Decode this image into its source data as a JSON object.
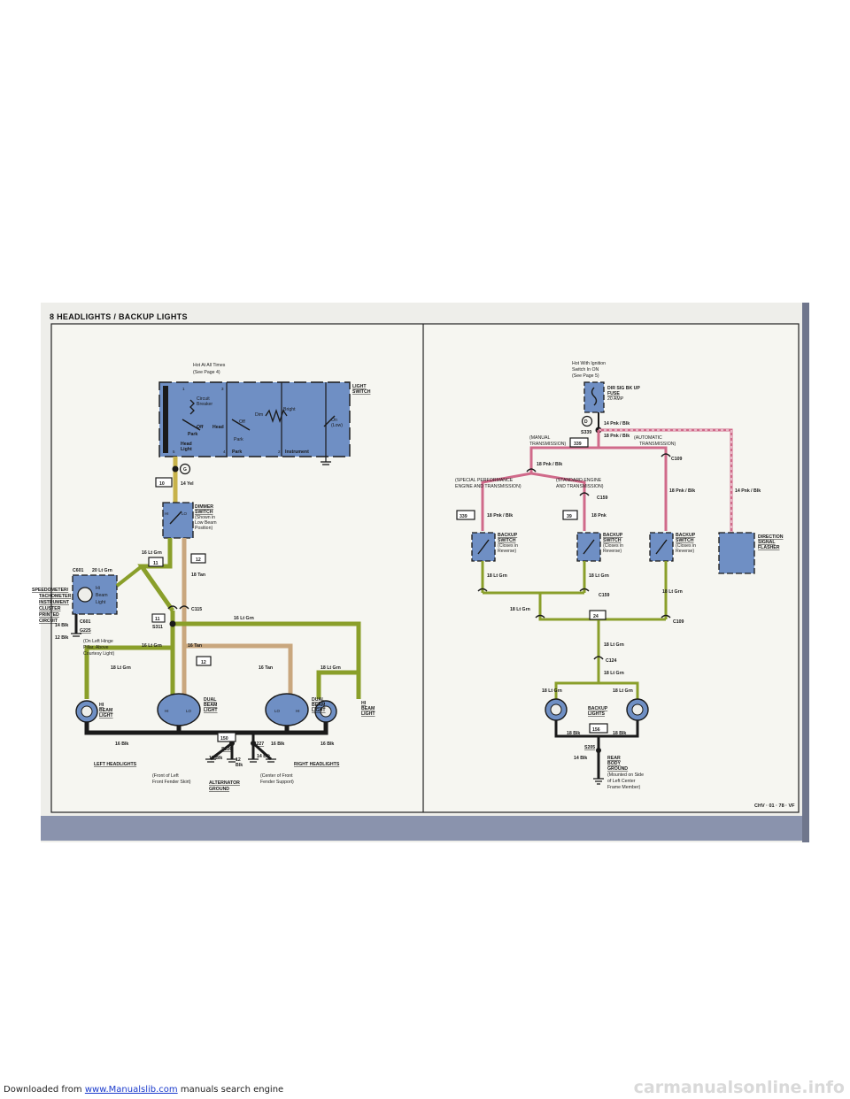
{
  "page_header": "8  HEADLIGHTS / BACKUP LIGHTS",
  "page_code": "CHV · 01 · 78 · VF",
  "watermark_prefix": "Downloaded from",
  "watermark_link": "www.Manualslib.com",
  "watermark_suffix": "manuals search engine",
  "watermark_site": "carmanualsonline.info",
  "colors": {
    "yellow_wire": "#c7b24a",
    "green_wire": "#8a9f2a",
    "tan_wire": "#c9a77e",
    "pink_wire": "#d06a8a",
    "component_blue": "#6f8fc4",
    "black_wire": "#1a1a1a"
  },
  "left": {
    "hot_at_all_times": "Hot At All Times",
    "see_page_4": "(See Page 4)",
    "light_switch": [
      "LIGHT",
      "SWITCH"
    ],
    "circuit_breaker": [
      "Circuit",
      "Breaker"
    ],
    "sw_off": "Off",
    "sw_head": "Head",
    "sw_park": "Park",
    "sw_head_light": [
      "Head",
      "Light"
    ],
    "sw_off2": "Off",
    "sw_park2": "Park",
    "sw_dim": "Dim",
    "sw_bright": "Bright",
    "sw_on": [
      "On",
      "(Low)"
    ],
    "sw_instrument": "Instrument",
    "sw_pins": [
      "1",
      "3",
      "5",
      "4",
      "2"
    ],
    "splice_g": "G",
    "circ_10": "10",
    "wire_14yel": "14 Yel",
    "dimmer_switch": [
      "DIMMER",
      "SWITCH",
      "(Shown in",
      "Low Beam",
      "Position)"
    ],
    "dimmer_hi": "HI",
    "dimmer_lo": "LO",
    "wire_16ltgrn_a": "16 Lt Grn",
    "circ_11": "11",
    "circ_12": "12",
    "wire_18tan": "18 Tan",
    "cluster_label": [
      "SPEEDOMETER/",
      "TACHOMETER",
      "INSTRUMENT",
      "CLUSTER",
      "PRINTED",
      "CIRCUIT"
    ],
    "c601": "C601",
    "c601b": "C601",
    "wire_20ltgrn": "20 Lt Grn",
    "hi_beam_light": [
      "Hi",
      "Beam",
      "Light"
    ],
    "wire_14blk": "14 Blk",
    "g225": "G225",
    "wire_12blk_a": "12 Blk",
    "hinge_pillar": [
      "(On Left Hinge",
      "Pillar, Above",
      "Courtesy Light)"
    ],
    "c115": "C115",
    "circ_11b": "11",
    "s311": "S311",
    "wire_16ltgrn_b": "16 Lt Grn",
    "wire_16ltgrn_c": "16 Lt Grn",
    "wire_16tan_a": "16 Tan",
    "wire_18ltgrn_a": "18 Lt Grn",
    "circ_12b": "12",
    "wire_16tan_b": "16 Tan",
    "wire_18ltgrn_b": "18 Lt Grn",
    "hi_beam_left": [
      "HI",
      "BEAM",
      "LIGHT"
    ],
    "dual_beam_left": [
      "DUAL",
      "BEAM",
      "LIGHT"
    ],
    "dual_hi": "HI",
    "dual_lo": "LO",
    "dual_beam_right": [
      "DUAL",
      "BEAM",
      "LIGHT"
    ],
    "dual_hi_r": "HI",
    "dual_lo_r": "LO",
    "hi_beam_right": [
      "HI",
      "BEAM",
      "LIGHT"
    ],
    "wire_16blk_a": "16 Blk",
    "circ_150": "150",
    "s226": "S226",
    "s227": "S227",
    "wire_16blk_b": "16 Blk",
    "wire_16blk_c": "16 Blk",
    "wire_12blk_b": "12 Blk",
    "wire_12blk_c": [
      "12",
      "Blk"
    ],
    "wire_14blk_b": "14 Blk",
    "left_headlights": "LEFT HEADLIGHTS",
    "right_headlights": "RIGHT HEADLIGHTS",
    "front_left_fender": [
      "(Front of Left",
      "Front Fender Skirt)"
    ],
    "alternator_ground": [
      "ALTERNATOR",
      "GROUND"
    ],
    "center_front_fender": [
      "(Center of Front",
      "Fender Support)"
    ]
  },
  "right": {
    "hot_ign": [
      "Hot With Ignition",
      "Switch In ON",
      "(See Page 5)"
    ],
    "fuse_label": [
      "DIR SIG BK UP",
      "FUSE",
      "20 AMP"
    ],
    "splice_d": "D",
    "wire_14pnkblk": "14 Pnk / Blk",
    "s339": "S339",
    "wire_18pnkblk_a": "18 Pnk / Blk",
    "manual_trans": [
      "(MANUAL",
      "TRANSMISSION)"
    ],
    "circ_339": "339",
    "auto_trans": [
      "(AUTOMATIC",
      "TRANSMISSION)"
    ],
    "c109": "C109",
    "wire_18pnkblk_b": "18 Pnk / Blk",
    "special_perf": [
      "(SPECIAL PERFORMANCE",
      "ENGINE AND TRANSMISSION)"
    ],
    "std_engine": [
      "(STANDARD ENGINE",
      "AND TRANSMISSION)"
    ],
    "c159": "C159",
    "wire_18pnkblk_c": "18 Pnk / Blk",
    "wire_14pnkblk_b": "14 Pnk / Blk",
    "circ_339b": "339",
    "wire_18pnkblk_d": "18 Pnk / Blk",
    "circ_39": "39",
    "wire_18pnk": "18 Pnk",
    "backup_switch_a": [
      "BACKUP",
      "SWITCH",
      "(Closes in",
      "Reverse)"
    ],
    "backup_switch_b": [
      "BACKUP",
      "SWITCH",
      "(Closes in",
      "Reverse)"
    ],
    "backup_switch_c": [
      "BACKUP",
      "SWITCH",
      "(Closes in",
      "Reverse)"
    ],
    "direction_flasher": [
      "DIRECTION",
      "SIGNAL",
      "FLASHER"
    ],
    "wire_18ltgrn_a": "18 Lt Grn",
    "wire_18ltgrn_b": "18 Lt Grn",
    "wire_18ltgrn_c": "18 Lt Grn",
    "c159b": "C159",
    "wire_18ltgrn_d": "18 Lt Grn",
    "circ_24": "24",
    "c109b": "C109",
    "wire_18ltgrn_e": "18 Lt Grn",
    "c124": "C124",
    "wire_18ltgrn_f": "18 Lt Grn",
    "wire_18ltgrn_g": "18 Lt Grn",
    "wire_18ltgrn_h": "18 Lt Grn",
    "backup_lights": [
      "BACKUP",
      "LIGHTS"
    ],
    "circ_156": "156",
    "wire_18blk_a": "18 Blk",
    "wire_18blk_b": "18 Blk",
    "s205": "S205",
    "wire_14blk": "14 Blk",
    "rear_body_ground": [
      "REAR",
      "BODY",
      "GROUND"
    ],
    "ground_note": [
      "(Mounted on Side",
      "of Left Center",
      "Frame Member)"
    ]
  }
}
